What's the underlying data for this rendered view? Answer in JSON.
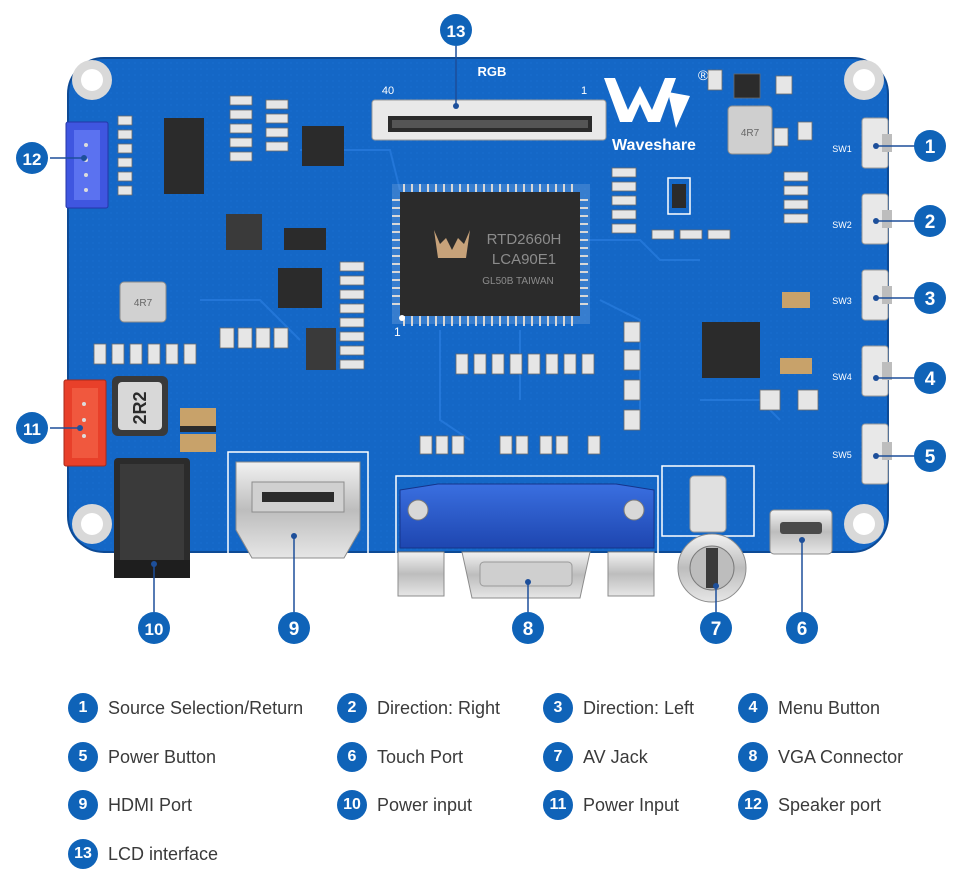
{
  "board": {
    "brand": "Waveshare",
    "registered_mark": "®",
    "connector_label": "RGB",
    "connector_pin_left": "40",
    "connector_pin_right": "1",
    "chip_line1": "RTD2660H",
    "chip_line2": "LCA90E1",
    "chip_line3": "GL50B TAIWAN",
    "chip_pin1_mark": "1",
    "inductor_big": "2R2",
    "inductor_small_1": "4R7",
    "inductor_small_2": "4R7",
    "switch_labels": [
      "SW1",
      "SW2",
      "SW3",
      "SW4",
      "SW5"
    ]
  },
  "callouts": [
    "1",
    "2",
    "3",
    "4",
    "5",
    "6",
    "7",
    "8",
    "9",
    "10",
    "11",
    "12",
    "13"
  ],
  "legend": [
    {
      "num": "1",
      "label": "Source Selection/Return"
    },
    {
      "num": "2",
      "label": "Direction: Right"
    },
    {
      "num": "3",
      "label": "Direction: Left"
    },
    {
      "num": "4",
      "label": "Menu Button"
    },
    {
      "num": "5",
      "label": "Power Button"
    },
    {
      "num": "6",
      "label": "Touch Port"
    },
    {
      "num": "7",
      "label": "AV Jack"
    },
    {
      "num": "8",
      "label": "VGA Connector"
    },
    {
      "num": "9",
      "label": "HDMI Port"
    },
    {
      "num": "10",
      "label": "Power input"
    },
    {
      "num": "11",
      "label": "Power Input"
    },
    {
      "num": "12",
      "label": "Speaker port"
    },
    {
      "num": "13",
      "label": "LCD interface"
    }
  ],
  "colors": {
    "pcb": "#1467c6",
    "pcb_dark": "#0e4f9e",
    "accent": "#0f63b8"
  }
}
